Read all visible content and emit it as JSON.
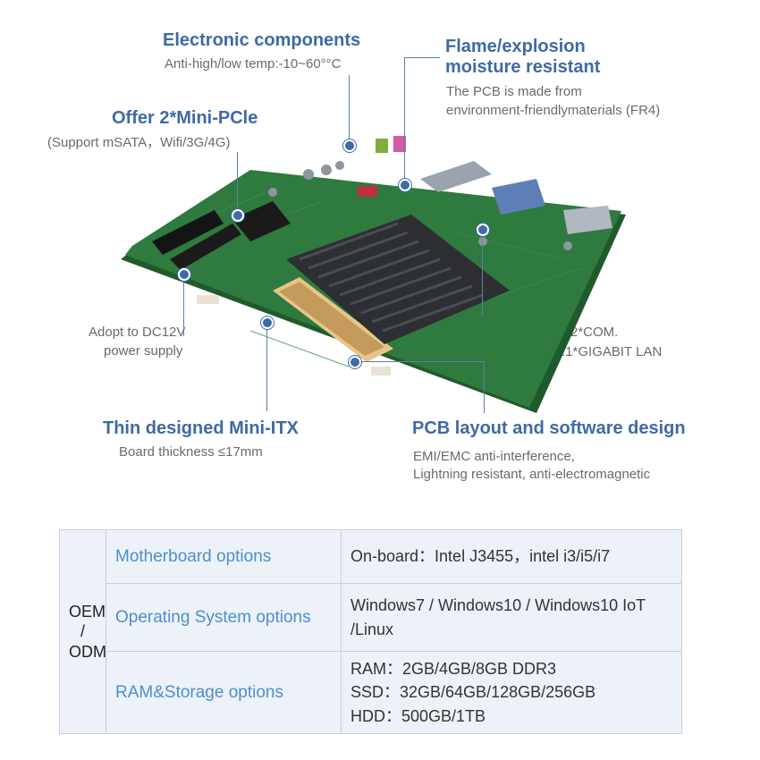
{
  "callouts": {
    "electronic_title": "Electronic components",
    "electronic_sub": "Anti-high/low temp:-10~60°°C",
    "flame_title_1": "Flame/explosion",
    "flame_title_2": "moisture resistant",
    "flame_sub_1": "The PCB is made from",
    "flame_sub_2": "environment-friendlymaterials (FR4)",
    "minipcie_title": "Offer 2*Mini-PCle",
    "minipcie_sub": "(Support mSATA，Wifi/3G/4G)",
    "power_1": "Adopt to DC12V",
    "power_2": "power supply",
    "com_1": "OFFER 2*COM.",
    "com_2": "6*USB.1*GIGABIT LAN",
    "itx_title": "Thin designed Mini-ITX",
    "itx_sub": "Board thickness ≤17mm",
    "pcb_title": "PCB layout and software design",
    "pcb_sub_1": "EMI/EMC anti-interference,",
    "pcb_sub_2": "Lightning resistant, anti-electromagnetic"
  },
  "options_table": {
    "oem_1": "OEM",
    "oem_2": "/",
    "oem_3": "ODM",
    "rows": [
      {
        "name": "Motherboard options",
        "values": [
          "On-board：Intel J3455，intel i3/i5/i7"
        ]
      },
      {
        "name": "Operating System options",
        "values": [
          "Windows7 / Windows10 / Windows10 IoT",
          "/Linux"
        ]
      },
      {
        "name": "RAM&Storage options",
        "values": [
          "RAM：2GB/4GB/8GB DDR3",
          "SSD：32GB/64GB/128GB/256GB",
          "HDD：500GB/1TB"
        ]
      }
    ]
  },
  "colors": {
    "title_blue": "#3e6aa6",
    "option_blue": "#4c8fcc",
    "pcb_green": "#2f7a3e",
    "heatsink": "#2d2f33",
    "table_bg": "#edf2f8"
  }
}
